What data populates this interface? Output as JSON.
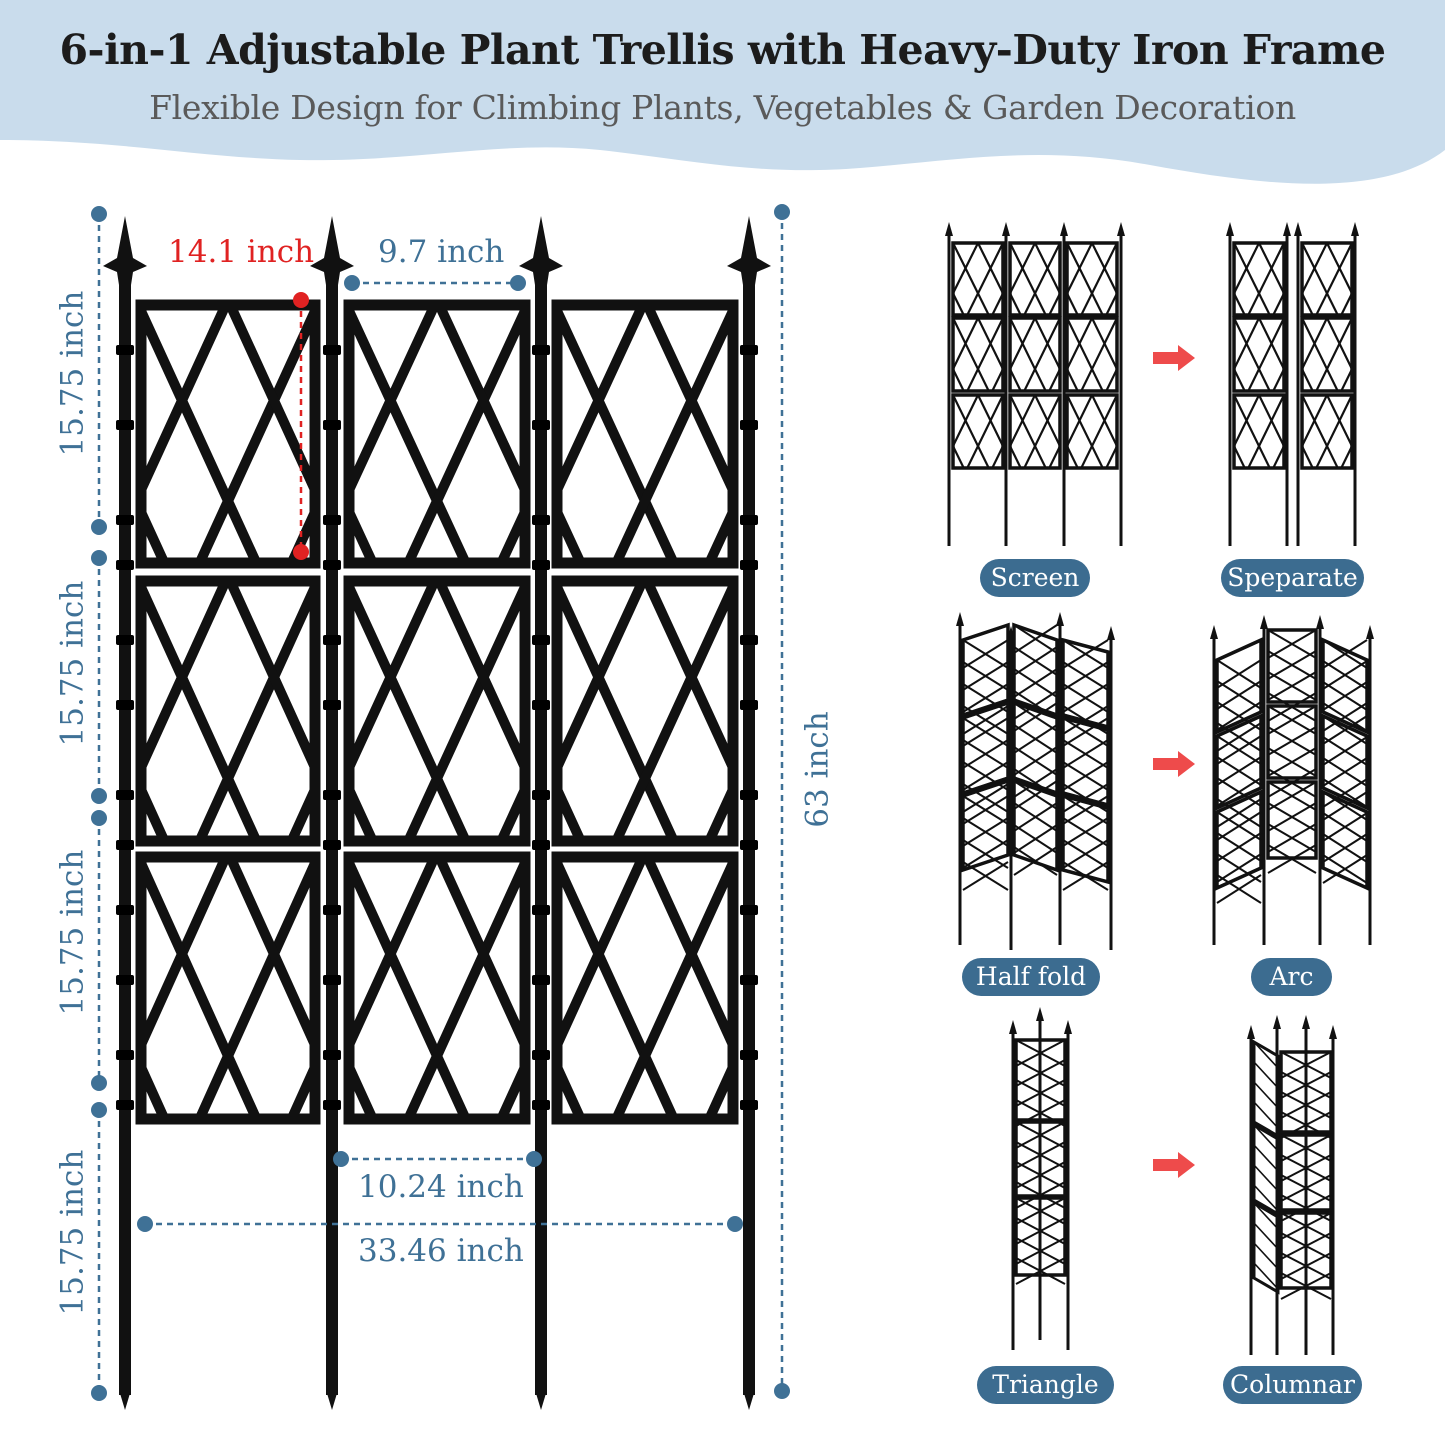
{
  "header": {
    "title": "6-in-1 Adjustable Plant Trellis with Heavy-Duty Iron Frame",
    "subtitle": "Flexible Design for Climbing Plants, Vegetables & Garden Decoration"
  },
  "dimensions": {
    "panel_height": "14.1 inch",
    "top_gap": "9.7 inch",
    "bottom_gap": "10.24 inch",
    "overall_width": "33.46 inch",
    "overall_height": "63 inch",
    "segment_1": "15.75 inch",
    "segment_2": "15.75 inch",
    "segment_3": "15.75 inch",
    "segment_4": "15.75 inch"
  },
  "configurations": [
    {
      "label": "Screen"
    },
    {
      "label": "Speparate"
    },
    {
      "label": "Half fold"
    },
    {
      "label": "Arc"
    },
    {
      "label": "Triangle"
    },
    {
      "label": "Columnar"
    }
  ],
  "colors": {
    "header_wave": "#c9dcec",
    "dimension_blue": "#3f7196",
    "highlight_red": "#e02222",
    "pill_blue": "#3c6c90",
    "arrow_red": "#ee4b4b",
    "frame_black": "#111111"
  }
}
